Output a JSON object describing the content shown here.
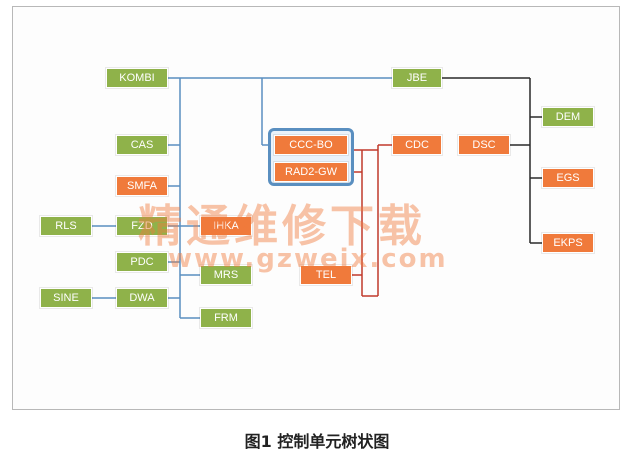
{
  "diagram": {
    "nodes": {
      "kombi": {
        "label": "KOMBI",
        "color": "green"
      },
      "jbe": {
        "label": "JBE",
        "color": "green"
      },
      "cas": {
        "label": "CAS",
        "color": "green"
      },
      "ccc_bo": {
        "label": "CCC-BO",
        "color": "orange"
      },
      "rad2_gw": {
        "label": "RAD2-GW",
        "color": "orange"
      },
      "cdc": {
        "label": "CDC",
        "color": "orange"
      },
      "dsc": {
        "label": "DSC",
        "color": "orange"
      },
      "dem": {
        "label": "DEM",
        "color": "green"
      },
      "smfa": {
        "label": "SMFA",
        "color": "orange"
      },
      "egs": {
        "label": "EGS",
        "color": "orange"
      },
      "rls": {
        "label": "RLS",
        "color": "green"
      },
      "fzd": {
        "label": "FZD",
        "color": "green"
      },
      "ihka": {
        "label": "IHKA",
        "color": "orange"
      },
      "ekps": {
        "label": "EKPS",
        "color": "orange"
      },
      "pdc": {
        "label": "PDC",
        "color": "green"
      },
      "mrs": {
        "label": "MRS",
        "color": "green"
      },
      "tel": {
        "label": "TEL",
        "color": "orange"
      },
      "sine": {
        "label": "SINE",
        "color": "green"
      },
      "dwa": {
        "label": "DWA",
        "color": "green"
      },
      "frm": {
        "label": "FRM",
        "color": "green"
      }
    },
    "colors": {
      "green": "#8fb24a",
      "orange": "#f07a3b",
      "kcan_line": "#5a8fc0",
      "ptcan_line": "#2a2a2a",
      "most_line": "#c0392b"
    }
  },
  "watermark": {
    "text": "精通维修下载",
    "url": "www.gzweix.com"
  },
  "caption": "图1 控制单元树状图"
}
